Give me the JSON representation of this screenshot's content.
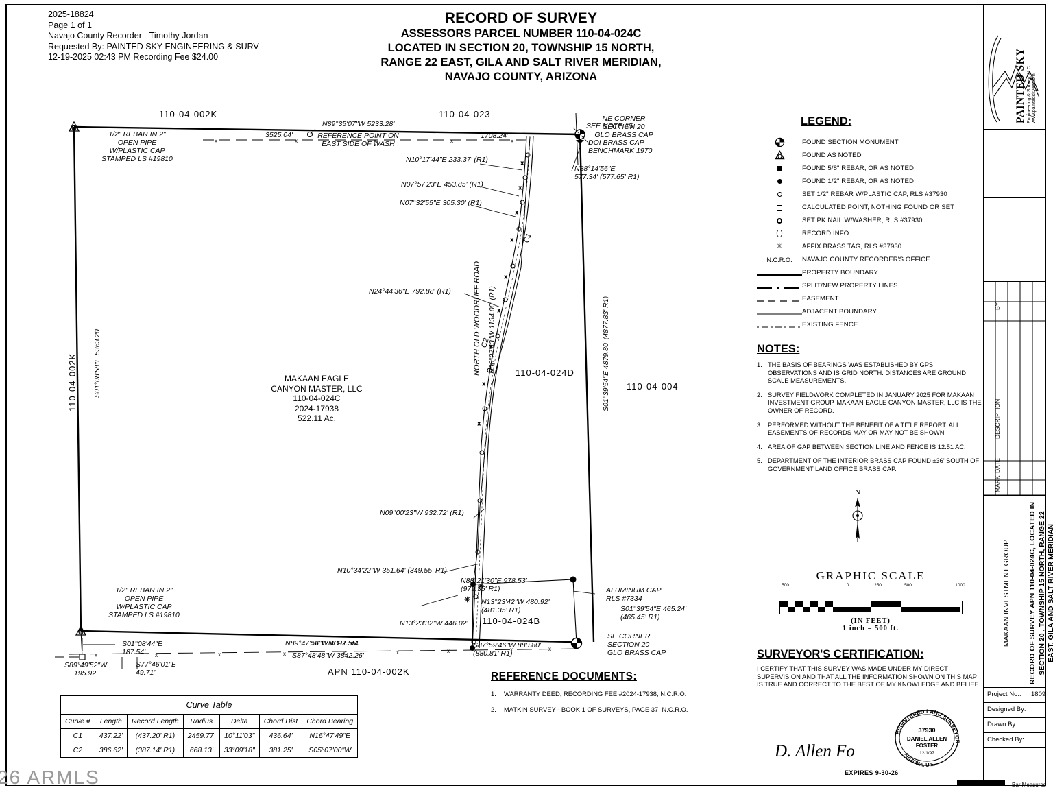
{
  "recording_stamp": {
    "lines": [
      "2025-18824",
      "Page 1 of 1",
      "Navajo County Recorder - Timothy Jordan",
      "Requested By: PAINTED SKY ENGINEERING & SURV",
      "12-19-2025  02:43 PM  Recording Fee $24.00"
    ]
  },
  "title": {
    "line1": "RECORD OF SURVEY",
    "line2": "ASSESSORS PARCEL NUMBER 110-04-024C",
    "line3": "LOCATED IN SECTION 20, TOWNSHIP 15 NORTH,",
    "line4": "RANGE 22 EAST, GILA AND SALT RIVER MERIDIAN,",
    "line5": "NAVAJO COUNTY, ARIZONA"
  },
  "legend": {
    "heading": "LEGEND:",
    "items": [
      {
        "symbol": "section-monument",
        "label": "FOUND SECTION MONUMENT"
      },
      {
        "symbol": "triangle-noted",
        "label": "FOUND AS NOTED"
      },
      {
        "symbol": "filled-square",
        "label": "FOUND 5/8\" REBAR, OR AS NOTED"
      },
      {
        "symbol": "filled-circle",
        "label": "FOUND 1/2\" REBAR, OR AS NOTED"
      },
      {
        "symbol": "open-circle",
        "label": "SET 1/2\" REBAR W/PLASTIC CAP, RLS #37930"
      },
      {
        "symbol": "open-square",
        "label": "CALCULATED POINT, NOTHING FOUND OR SET"
      },
      {
        "symbol": "thick-circle",
        "label": "SET PK NAIL W/WASHER, RLS #37930"
      },
      {
        "symbol": "parentheses",
        "label": "RECORD INFO"
      },
      {
        "symbol": "asterisk",
        "label": "AFFIX BRASS TAG, RLS #37930"
      },
      {
        "symbol": "ncro-text",
        "label": "NAVAJO COUNTY RECORDER'S OFFICE"
      },
      {
        "symbol": "line-solid-heavy",
        "label": "PROPERTY BOUNDARY"
      },
      {
        "symbol": "line-dash-dot",
        "label": "SPLIT/NEW PROPERTY LINES"
      },
      {
        "symbol": "line-dashed",
        "label": "EASEMENT"
      },
      {
        "symbol": "line-solid-thin",
        "label": "ADJACENT BOUNDARY"
      },
      {
        "symbol": "line-fence",
        "label": "EXISTING FENCE"
      }
    ],
    "ncro_abbrev": "N.C.R.O.",
    "record_info_symbol": "( )",
    "asterisk_symbol": "✳"
  },
  "notes": {
    "heading": "NOTES:",
    "items": [
      {
        "n": "1.",
        "text": "THE BASIS OF BEARINGS WAS ESTABLISHED BY GPS OBSERVATIONS AND IS GRID NORTH. DISTANCES ARE GROUND SCALE MEASUREMENTS."
      },
      {
        "n": "2.",
        "text": "SURVEY FIELDWORK COMPLETED IN JANUARY 2025 FOR MAKAAN INVESTMENT GROUP. MAKAAN EAGLE CANYON MASTER, LLC IS THE OWNER OF RECORD."
      },
      {
        "n": "3.",
        "text": "PERFORMED WITHOUT THE BENEFIT OF A TITLE REPORT. ALL EASEMENTS OF RECORDS MAY OR MAY NOT BE SHOWN"
      },
      {
        "n": "4.",
        "text": "AREA OF GAP BETWEEN SECTION LINE AND FENCE IS 12.51 AC."
      },
      {
        "n": "5.",
        "text": "DEPARTMENT OF THE INTERIOR BRASS CAP FOUND ±36' SOUTH OF GOVERNMENT LAND OFFICE BRASS CAP."
      }
    ]
  },
  "north_arrow": {
    "label": "N"
  },
  "graphic_scale": {
    "title": "GRAPHIC  SCALE",
    "ticks": [
      "500",
      "0",
      "250",
      "500",
      "1000"
    ],
    "unit": "(IN FEET)",
    "equivalence": "1 inch  =  500 ft."
  },
  "certification": {
    "heading": "SURVEYOR'S CERTIFICATION:",
    "body": "I CERTIFY THAT THIS SURVEY WAS MADE UNDER MY DIRECT SUPERVISION AND THAT ALL THE INFORMATION SHOWN ON THIS MAP IS TRUE AND CORRECT TO THE BEST OF MY KNOWLEDGE AND BELIEF.",
    "signature": "D. Allen Fo",
    "expires": "EXPIRES  9-30-26",
    "seal": {
      "top_text": "REGISTERED LAND SURVEYOR",
      "number": "37930",
      "name1": "DANIEL ALLEN",
      "name2": "FOSTER",
      "date": "12/1/97",
      "bottom_text": "ARIZONA, U.S."
    }
  },
  "reference_documents": {
    "heading": "REFERENCE  DOCUMENTS:",
    "items": [
      {
        "n": "1.",
        "text": "WARRANTY DEED, RECORDING FEE #2024-17938, N.C.R.O."
      },
      {
        "n": "2.",
        "text": "MATKIN SURVEY - BOOK 1 OF SURVEYS, PAGE 37, N.C.R.O."
      }
    ]
  },
  "curve_table": {
    "caption": "Curve Table",
    "headers": [
      "Curve #",
      "Length",
      "Record Length",
      "Radius",
      "Delta",
      "Chord Dist",
      "Chord Bearing"
    ],
    "rows": [
      [
        "C1",
        "437.22'",
        "(437.20' R1)",
        "2459.77'",
        "10°11'03\"",
        "436.64'",
        "N16°47'49\"E"
      ],
      [
        "C2",
        "386.62'",
        "(387.14' R1)",
        "668.13'",
        "33°09'18\"",
        "381.25'",
        "S05°07'00\"W"
      ]
    ]
  },
  "title_block": {
    "logo": {
      "name": "PAINTED SKY",
      "tagline": "Engineering & Survey, LLC",
      "website": "www.paintedskyes.com"
    },
    "revision_columns": [
      "MARK",
      "DATE",
      "DESCRIPTION",
      "BY"
    ],
    "client": "MAKAAN INVESTMENT GROUP",
    "project_title": "RECORD OF SURVEY APN 110-04-024C, LOCATED IN SECTION 20 , TOWNSHIP 15 NORTH, RANGE 22 EAST, GILA AND SALT RIVER MERIDIAN",
    "fields": [
      {
        "label": "Project No.:",
        "value": "1809"
      },
      {
        "label": "Designed By:",
        "value": ""
      },
      {
        "label": "Drawn By:",
        "value": ""
      },
      {
        "label": "Checked By:",
        "value": ""
      }
    ],
    "bar_measure": "Bar Measures"
  },
  "watermark": "26 ARMLS",
  "map": {
    "parcel_labels": [
      {
        "id": "apn-top-left",
        "text": "110-04-002K"
      },
      {
        "id": "apn-top-mid",
        "text": "110-04-023"
      },
      {
        "id": "apn-left-side",
        "text": "110-04-002K"
      },
      {
        "id": "apn-center-right",
        "text": "110-04-024D"
      },
      {
        "id": "apn-far-right",
        "text": "110-04-004"
      },
      {
        "id": "apn-024b",
        "text": "110-04-024B"
      },
      {
        "id": "apn-bottom",
        "text": "APN 110-04-002K"
      }
    ],
    "subject_parcel": {
      "owner1": "MAKAAN EAGLE",
      "owner2": "CANYON MASTER, LLC",
      "apn": "110-04-024C",
      "doc": "2024-17938",
      "area": "522.11 Ac."
    },
    "monuments": [
      {
        "id": "nw-corner",
        "text": "1/2\" REBAR IN 2\"\nOPEN PIPE\nW/PLASTIC CAP\nSTAMPED LS #19810"
      },
      {
        "id": "sw-corner",
        "text": "1/2\" REBAR IN 2\"\nOPEN PIPE\nW/PLASTIC CAP\nSTAMPED LS #19810"
      },
      {
        "id": "ne-corner",
        "text": "NE CORNER\nSECTION 20\nGLO BRASS CAP"
      },
      {
        "id": "doi-cap",
        "text": "DOI BRASS CAP\nBENCHMARK 1970"
      },
      {
        "id": "se-corner",
        "text": "SE CORNER\nSECTION 20\nGLO BRASS CAP"
      },
      {
        "id": "aluminum-cap",
        "text": "ALUMINUM CAP\nRLS #7334"
      }
    ],
    "annotations": [
      {
        "id": "see-note-5",
        "text": "SEE NOTE #5"
      },
      {
        "id": "see-note-4",
        "text": "SEE NOTE #4"
      },
      {
        "id": "ref-point",
        "text": "REFERENCE POINT ON\nEAST SIDE OF WASH"
      },
      {
        "id": "road-name",
        "text": "NORTH OLD WOODRUFF ROAD"
      },
      {
        "id": "curve-c1",
        "text": "C1"
      },
      {
        "id": "curve-c2",
        "text": "C2"
      }
    ],
    "bearings": [
      {
        "id": "north-line",
        "text": "N89°35'07\"W  5233.28'"
      },
      {
        "id": "north-seg-1",
        "text": "3525.04'"
      },
      {
        "id": "north-seg-2",
        "text": "1708.24'"
      },
      {
        "id": "west-line",
        "text": "S01°08'58\"E  5363.20'"
      },
      {
        "id": "east-line",
        "text": "S01°39'54\"E  4879.80' (4877.83' R1)"
      },
      {
        "id": "ne-tie",
        "text": "N88°14'56\"E\n577.34' (577.65' R1)"
      },
      {
        "id": "rd-1",
        "text": "N10°17'44\"E  233.37' (R1)"
      },
      {
        "id": "rd-2",
        "text": "N07°57'23\"E  453.85' (R1)"
      },
      {
        "id": "rd-3",
        "text": "N07°32'55\"E  305.30' (R1)"
      },
      {
        "id": "rd-4",
        "text": "N24°44'36\"E  792.88' (R1)"
      },
      {
        "id": "rd-5",
        "text": "N08°27'43\"W  1134.00' (R1)"
      },
      {
        "id": "rd-6",
        "text": "N09°00'23\"W  932.72' (R1)"
      },
      {
        "id": "rd-7",
        "text": "N10°34'22\"W  351.64' (349.55' R1)"
      },
      {
        "id": "se-1",
        "text": "N88°21'30\"E   978.53'\n(979.35' R1)"
      },
      {
        "id": "se-2",
        "text": "N13°23'42\"W   480.92'\n(481.35' R1)"
      },
      {
        "id": "se-3",
        "text": "N13°23'32\"W  446.02'"
      },
      {
        "id": "se-4",
        "text": "S01°39'54\"E  465.24'\n(465.45' R1)"
      },
      {
        "id": "south-tie",
        "text": "S87°59'46\"W  880.80'\n(880.81' R1)"
      },
      {
        "id": "south-line",
        "text": "N89°47'56\"W  4392.55'"
      },
      {
        "id": "south-fence",
        "text": "S87°48'48\"W  3842.26'"
      },
      {
        "id": "sw-tie-1",
        "text": "S01°08'44\"E\n187.54'"
      },
      {
        "id": "sw-tie-2",
        "text": "S89°49'52\"W\n195.92'"
      },
      {
        "id": "sw-tie-3",
        "text": "S77°46'01\"E\n49.71'"
      }
    ]
  }
}
